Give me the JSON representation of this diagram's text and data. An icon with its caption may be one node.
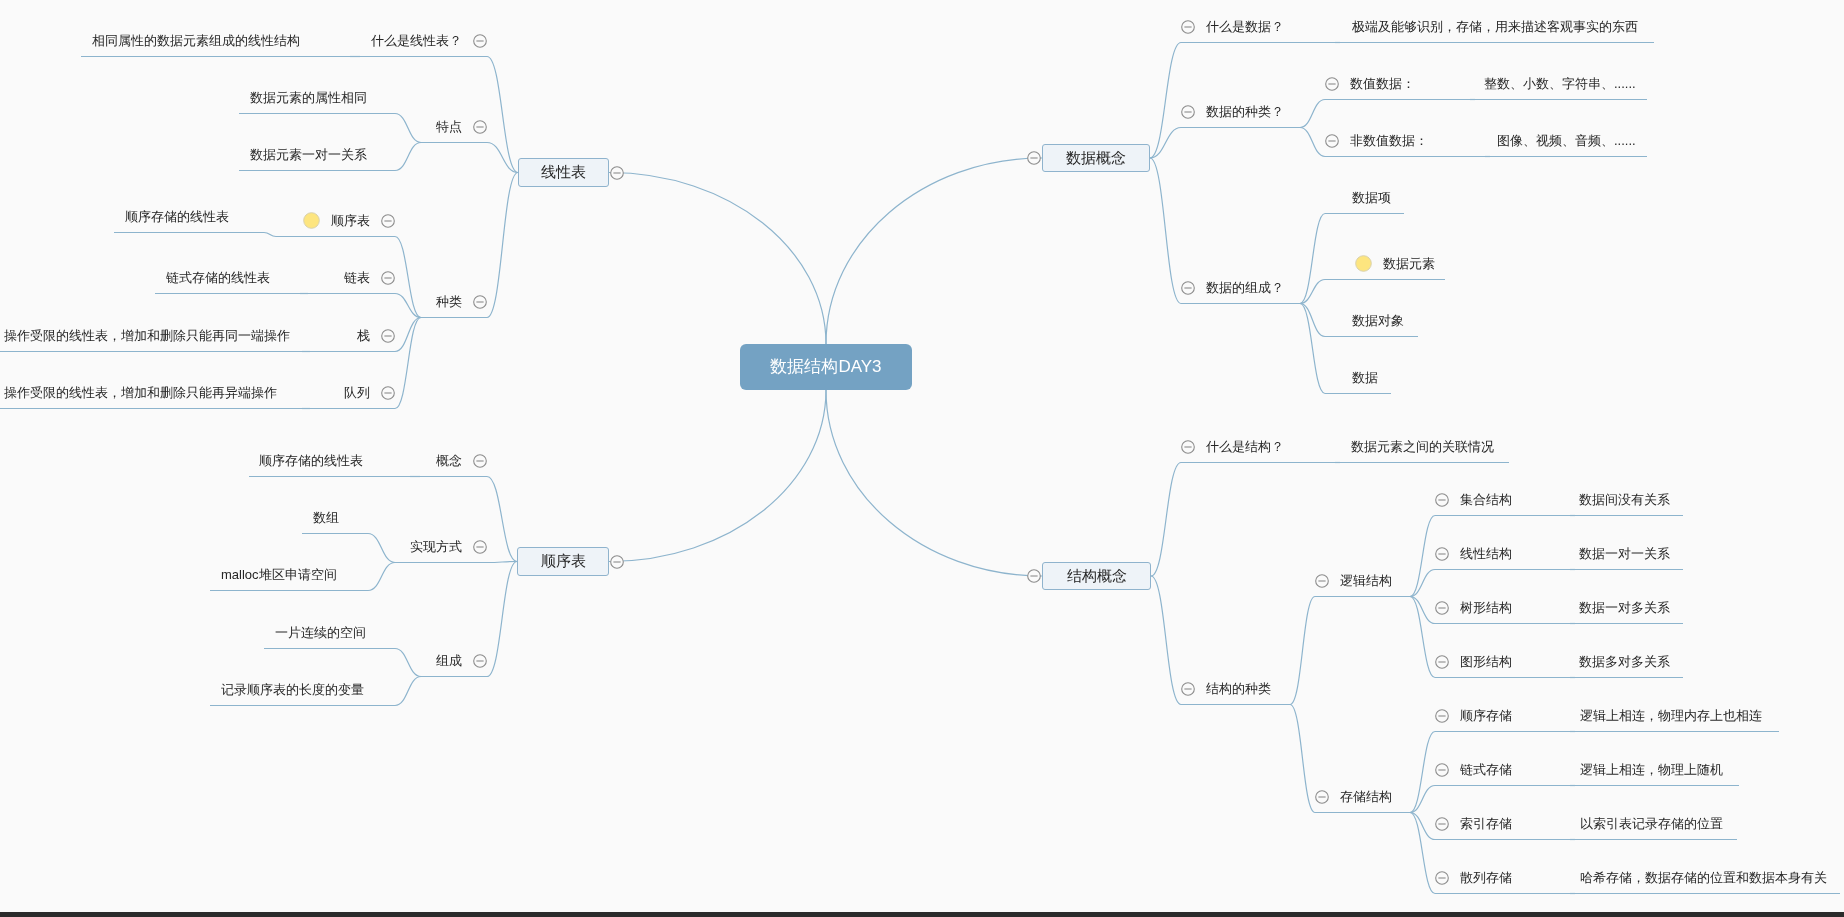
{
  "diagram": {
    "nodes": [
      {
        "text": [
          "数据结构DAY3"
        ]
      },
      {
        "text": [
          "线性表"
        ]
      },
      {
        "text": [
          "什么是线性表？"
        ]
      },
      {
        "text": [
          "相同属性的数据元素组成的线性结构"
        ]
      },
      {
        "text": [
          "特点"
        ]
      },
      {
        "text": [
          "数据元素的属性相同"
        ]
      },
      {
        "text": [
          "数据元素一对一关系"
        ]
      },
      {
        "text": [
          "种类"
        ]
      },
      {
        "text": [
          "顺序表"
        ]
      },
      {
        "text": [
          "顺序存储的线性表"
        ]
      },
      {
        "text": [
          "链表"
        ]
      },
      {
        "text": [
          "链式存储的线性表"
        ]
      },
      {
        "text": [
          "栈"
        ]
      },
      {
        "text": [
          "操作受限的线性表，增加和删除只能再同一端操作"
        ]
      },
      {
        "text": [
          "队列"
        ]
      },
      {
        "text": [
          "操作受限的线性表，增加和删除只能再异端操作"
        ]
      },
      {
        "text": [
          "顺序表"
        ]
      },
      {
        "text": [
          "概念"
        ]
      },
      {
        "text": [
          "顺序存储的线性表"
        ]
      },
      {
        "text": [
          "实现方式"
        ]
      },
      {
        "text": [
          "数组"
        ]
      },
      {
        "text": [
          "malloc堆区申请空间"
        ]
      },
      {
        "text": [
          "组成"
        ]
      },
      {
        "text": [
          "一片连续的空间"
        ]
      },
      {
        "text": [
          "记录顺序表的长度的变量"
        ]
      },
      {
        "text": [
          "数据概念"
        ]
      },
      {
        "text": [
          "什么是数据？"
        ]
      },
      {
        "text": [
          "极端及能够识别，存储，用来描述客观事实的东西"
        ]
      },
      {
        "text": [
          "数据的种类？"
        ]
      },
      {
        "text": [
          "数值数据："
        ]
      },
      {
        "text": [
          "整数、小数、字符串、......"
        ]
      },
      {
        "text": [
          "非数值数据："
        ]
      },
      {
        "text": [
          "图像、视频、音频、......"
        ]
      },
      {
        "text": [
          "数据的组成？"
        ]
      },
      {
        "text": [
          "数据项"
        ]
      },
      {
        "text": [
          "数据元素"
        ]
      },
      {
        "text": [
          "数据对象"
        ]
      },
      {
        "text": [
          "数据"
        ]
      },
      {
        "text": [
          "结构概念"
        ]
      },
      {
        "text": [
          "什么是结构？"
        ]
      },
      {
        "text": [
          "数据元素之间的关联情况"
        ]
      },
      {
        "text": [
          "结构的种类"
        ]
      },
      {
        "text": [
          "逻辑结构"
        ]
      },
      {
        "text": [
          "集合结构"
        ]
      },
      {
        "text": [
          "数据间没有关系"
        ]
      },
      {
        "text": [
          "线性结构"
        ]
      },
      {
        "text": [
          "数据一对一关系"
        ]
      },
      {
        "text": [
          "树形结构"
        ]
      },
      {
        "text": [
          "数据一对多关系"
        ]
      },
      {
        "text": [
          "图形结构"
        ]
      },
      {
        "text": [
          "数据多对多关系"
        ]
      },
      {
        "text": [
          "存储结构"
        ]
      },
      {
        "text": [
          "顺序存储"
        ]
      },
      {
        "text": [
          "逻辑上相连，物理内存上也相连"
        ]
      },
      {
        "text": [
          "链式存储"
        ]
      },
      {
        "text": [
          "逻辑上相连，物理上随机"
        ]
      },
      {
        "text": [
          "索引存储"
        ]
      },
      {
        "text": [
          "以索引表记录存储的位置"
        ]
      },
      {
        "text": [
          "散列存储"
        ]
      },
      {
        "text": [
          "哈希存储，数据存储的位置和数据本身有关"
        ]
      }
    ],
    "edges": [
      {
        "from": 0,
        "to": 1,
        "arrow": "none"
      },
      {
        "from": 1,
        "to": 2,
        "arrow": "none"
      },
      {
        "from": 2,
        "to": 3,
        "arrow": "none"
      },
      {
        "from": 1,
        "to": 4,
        "arrow": "none"
      },
      {
        "from": 4,
        "to": 5,
        "arrow": "none"
      },
      {
        "from": 4,
        "to": 6,
        "arrow": "none"
      },
      {
        "from": 1,
        "to": 7,
        "arrow": "none"
      },
      {
        "from": 7,
        "to": 8,
        "arrow": "none"
      },
      {
        "from": 8,
        "to": 9,
        "arrow": "none"
      },
      {
        "from": 7,
        "to": 10,
        "arrow": "none"
      },
      {
        "from": 10,
        "to": 11,
        "arrow": "none"
      },
      {
        "from": 7,
        "to": 12,
        "arrow": "none"
      },
      {
        "from": 12,
        "to": 13,
        "arrow": "none"
      },
      {
        "from": 7,
        "to": 14,
        "arrow": "none"
      },
      {
        "from": 14,
        "to": 15,
        "arrow": "none"
      },
      {
        "from": 0,
        "to": 16,
        "arrow": "none"
      },
      {
        "from": 16,
        "to": 17,
        "arrow": "none"
      },
      {
        "from": 17,
        "to": 18,
        "arrow": "none"
      },
      {
        "from": 16,
        "to": 19,
        "arrow": "none"
      },
      {
        "from": 19,
        "to": 20,
        "arrow": "none"
      },
      {
        "from": 19,
        "to": 21,
        "arrow": "none"
      },
      {
        "from": 16,
        "to": 22,
        "arrow": "none"
      },
      {
        "from": 22,
        "to": 23,
        "arrow": "none"
      },
      {
        "from": 22,
        "to": 24,
        "arrow": "none"
      },
      {
        "from": 0,
        "to": 25,
        "arrow": "none"
      },
      {
        "from": 25,
        "to": 26,
        "arrow": "none"
      },
      {
        "from": 26,
        "to": 27,
        "arrow": "none"
      },
      {
        "from": 25,
        "to": 28,
        "arrow": "none"
      },
      {
        "from": 28,
        "to": 29,
        "arrow": "none"
      },
      {
        "from": 29,
        "to": 30,
        "arrow": "none"
      },
      {
        "from": 28,
        "to": 31,
        "arrow": "none"
      },
      {
        "from": 31,
        "to": 32,
        "arrow": "none"
      },
      {
        "from": 25,
        "to": 33,
        "arrow": "none"
      },
      {
        "from": 33,
        "to": 34,
        "arrow": "none"
      },
      {
        "from": 33,
        "to": 35,
        "arrow": "none"
      },
      {
        "from": 33,
        "to": 36,
        "arrow": "none"
      },
      {
        "from": 33,
        "to": 37,
        "arrow": "none"
      },
      {
        "from": 0,
        "to": 38,
        "arrow": "none"
      },
      {
        "from": 38,
        "to": 39,
        "arrow": "none"
      },
      {
        "from": 39,
        "to": 40,
        "arrow": "none"
      },
      {
        "from": 38,
        "to": 41,
        "arrow": "none"
      },
      {
        "from": 41,
        "to": 42,
        "arrow": "none"
      },
      {
        "from": 42,
        "to": 43,
        "arrow": "none"
      },
      {
        "from": 43,
        "to": 44,
        "arrow": "none"
      },
      {
        "from": 42,
        "to": 45,
        "arrow": "none"
      },
      {
        "from": 45,
        "to": 46,
        "arrow": "none"
      },
      {
        "from": 42,
        "to": 47,
        "arrow": "none"
      },
      {
        "from": 47,
        "to": 48,
        "arrow": "none"
      },
      {
        "from": 42,
        "to": 49,
        "arrow": "none"
      },
      {
        "from": 49,
        "to": 50,
        "arrow": "none"
      },
      {
        "from": 41,
        "to": 51,
        "arrow": "none"
      },
      {
        "from": 51,
        "to": 52,
        "arrow": "none"
      },
      {
        "from": 52,
        "to": 53,
        "arrow": "none"
      },
      {
        "from": 51,
        "to": 54,
        "arrow": "none"
      },
      {
        "from": 54,
        "to": 55,
        "arrow": "none"
      },
      {
        "from": 51,
        "to": 56,
        "arrow": "none"
      },
      {
        "from": 56,
        "to": 57,
        "arrow": "none"
      },
      {
        "from": 51,
        "to": 58,
        "arrow": "none"
      },
      {
        "from": 58,
        "to": 59,
        "arrow": "none"
      }
    ]
  }
}
